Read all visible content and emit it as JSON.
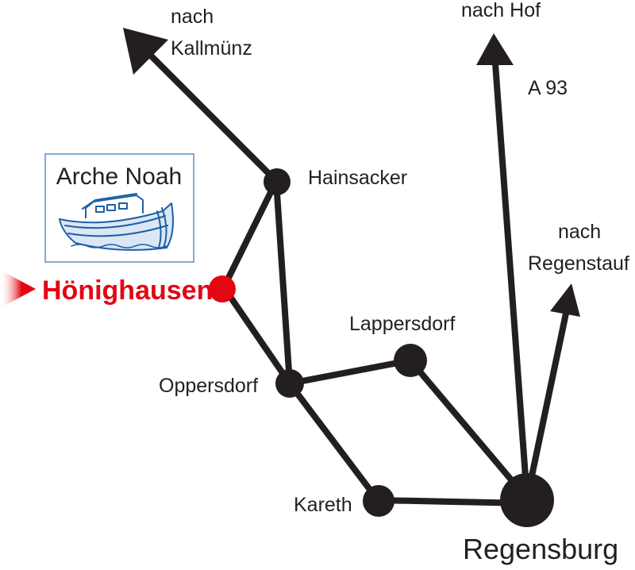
{
  "map": {
    "colors": {
      "road": "#231f20",
      "node": "#231f20",
      "highlight": "#e30613",
      "logo_border": "#5b8fc7",
      "logo_boat": "#1d5fa8"
    },
    "places": {
      "hainsacker": "Hainsacker",
      "hoenighausen": "Hönighausen",
      "lappersdorf": "Lappersdorf",
      "oppersdorf": "Oppersdorf",
      "kareth": "Kareth",
      "regensburg": "Regensburg"
    },
    "directions": {
      "kallmuenz_line1": "nach",
      "kallmuenz_line2": "Kallmünz",
      "hof": "nach Hof",
      "motorway": "A 93",
      "regenstauf_line1": "nach",
      "regenstauf_line2": "Regenstauf"
    },
    "logo": {
      "title": "Arche Noah",
      "icon": "ark-boat-icon"
    },
    "marker_icon": "red-arrow-marker-icon"
  }
}
